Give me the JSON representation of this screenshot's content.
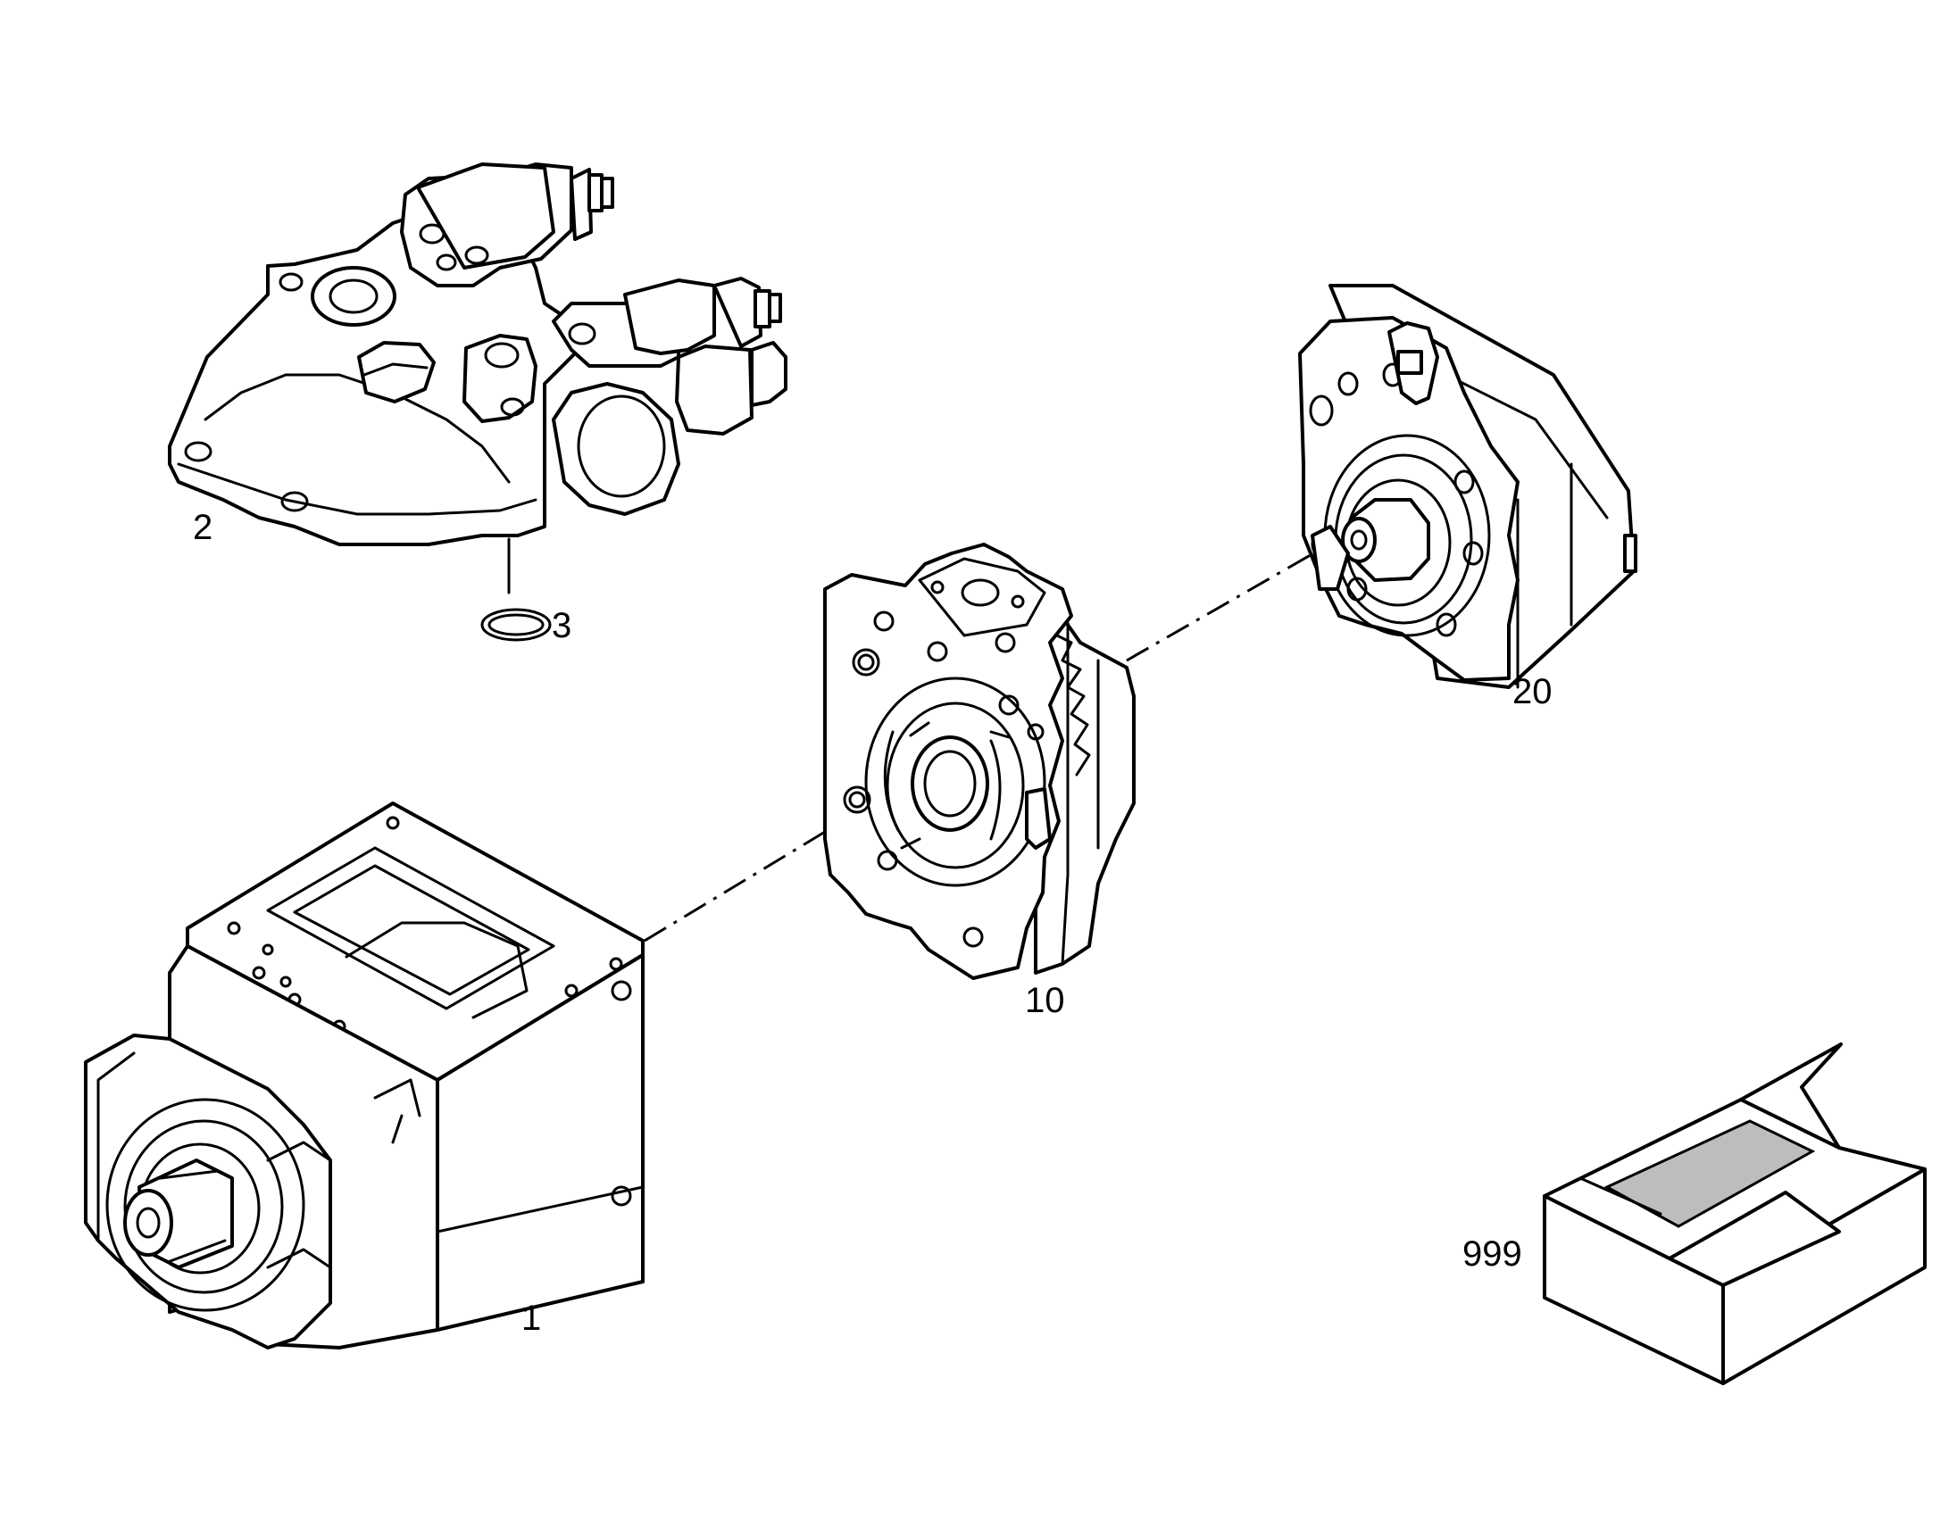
{
  "callouts": {
    "part_1": "1",
    "part_2": "2",
    "part_3": "3",
    "part_10": "10",
    "part_20": "20",
    "part_999": "999"
  }
}
